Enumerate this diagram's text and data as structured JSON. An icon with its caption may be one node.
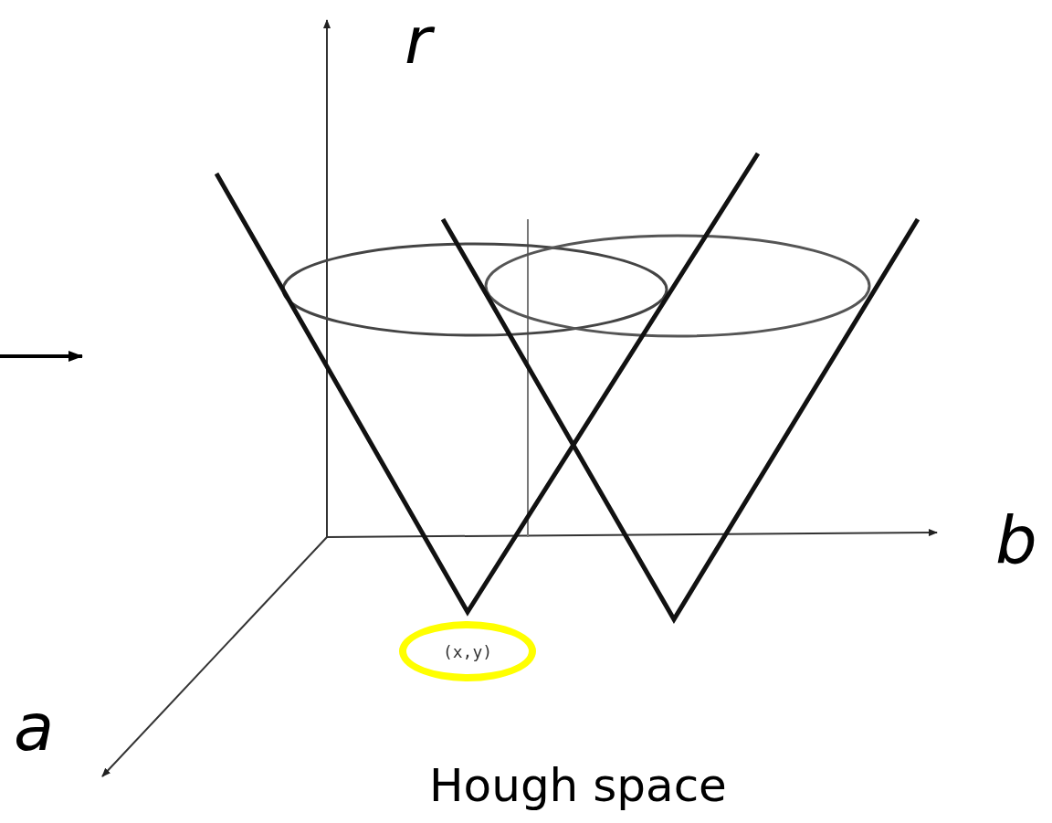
{
  "diagram": {
    "title": "Hough space",
    "nodes": [
      {
        "text": [
          "(x,y)"
        ]
      }
    ],
    "labels": [
      "r",
      "b",
      "a"
    ]
  }
}
